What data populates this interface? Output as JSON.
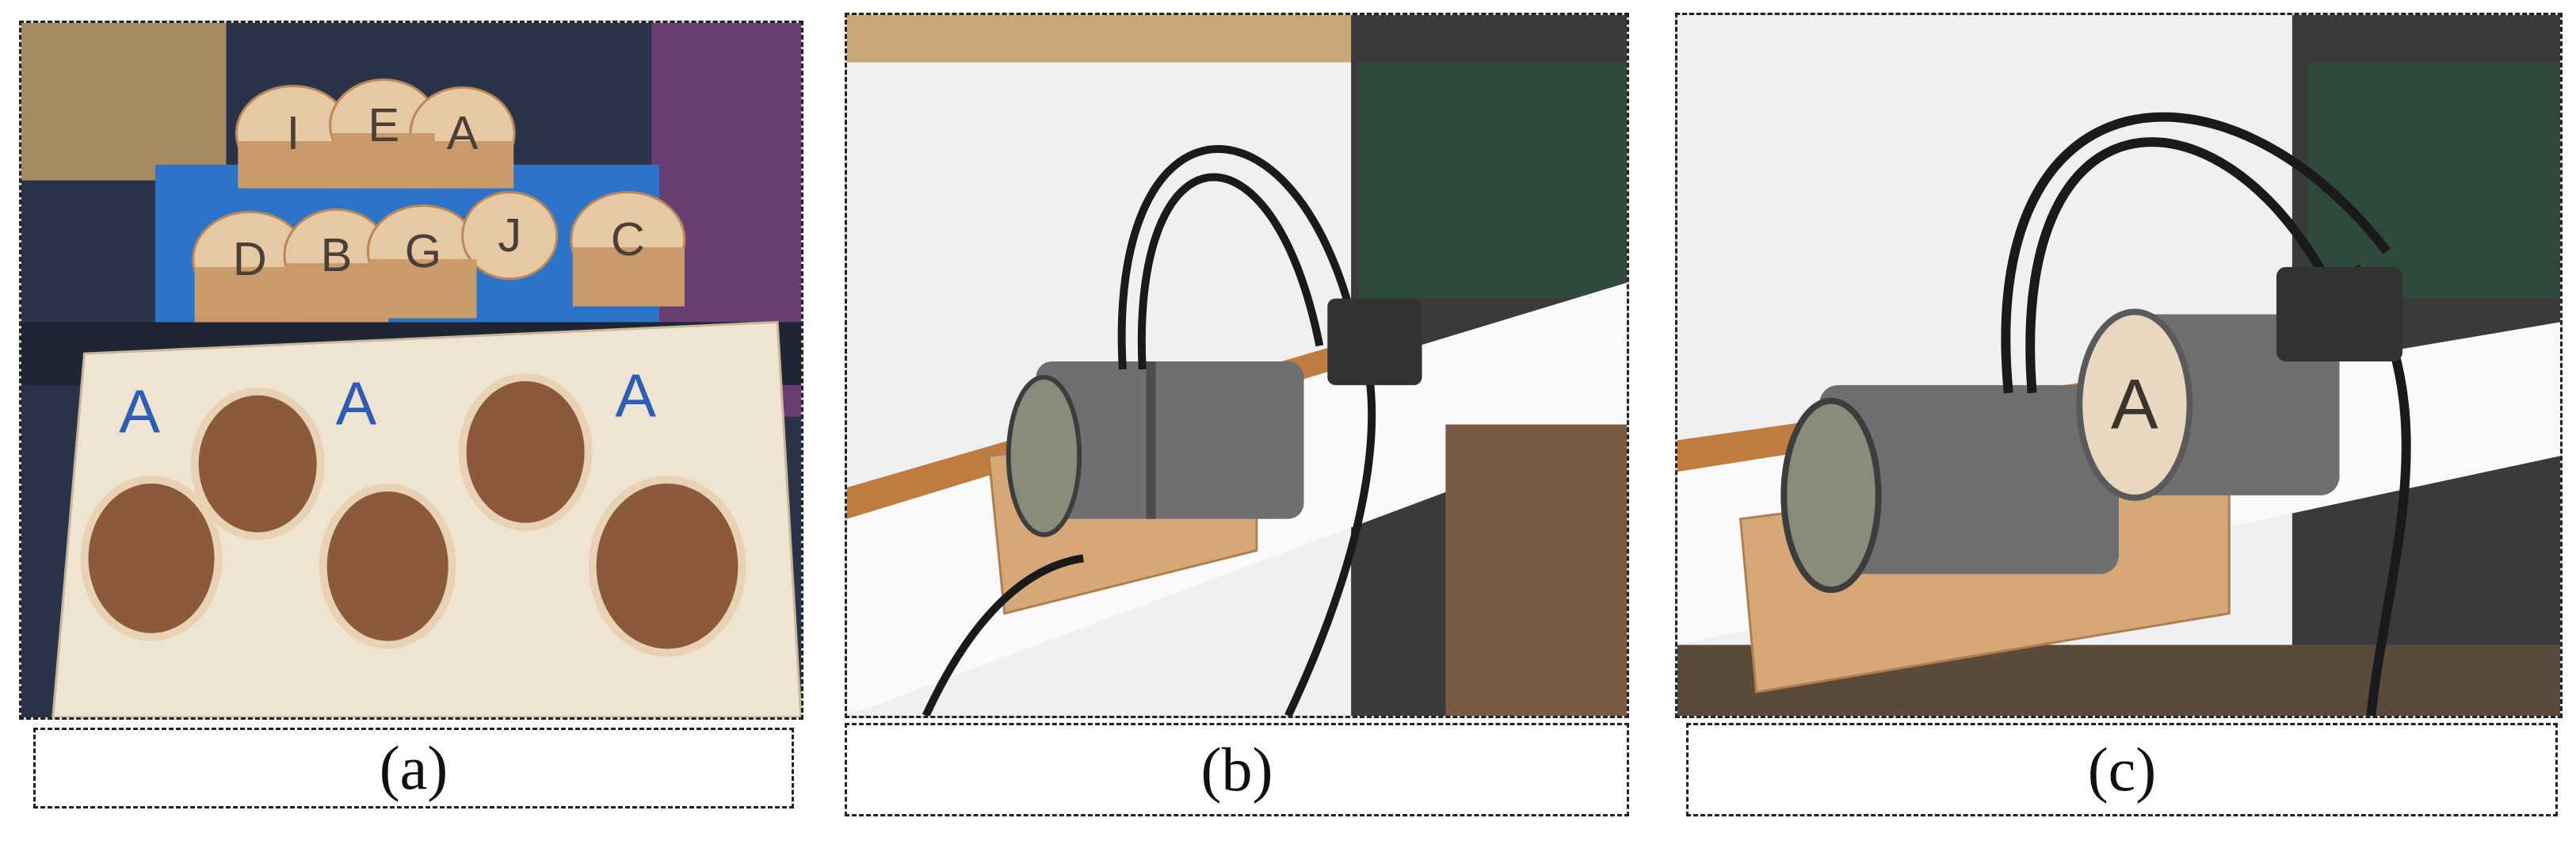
{
  "panels": [
    {
      "id": "a",
      "caption": "(a)",
      "subject": "wooden holder board and lettered wood sample discs",
      "disc_letters": [
        "I",
        "E",
        "A",
        "D",
        "B",
        "G",
        "J",
        "C"
      ],
      "board_letters": [
        "A",
        "A",
        "A"
      ]
    },
    {
      "id": "b",
      "caption": "(b)",
      "subject": "cylindrical transducer setup on wooden cradle with cables"
    },
    {
      "id": "c",
      "caption": "(c)",
      "subject": "transducer setup with lettered wood sample attached"
    }
  ],
  "sample_letter_c": "A",
  "colors": {
    "frame_border": "#222222",
    "caption_text": "#111111",
    "wood_light": "#e8cfae",
    "wood_dark": "#b8875a",
    "metal": "#6d6f70",
    "cable": "#1a1a1a",
    "wall": "#eef0f2"
  }
}
